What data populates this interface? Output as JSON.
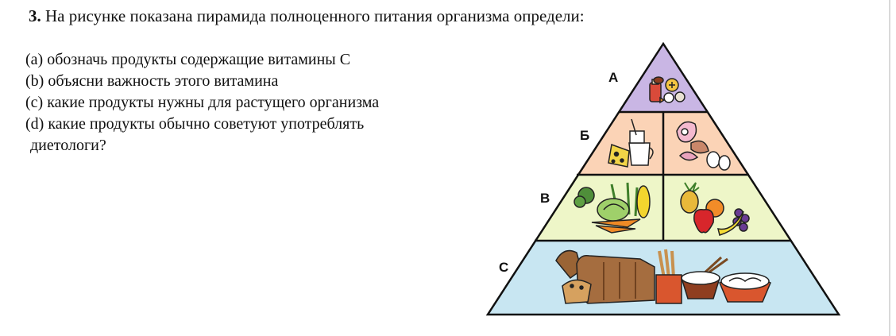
{
  "task": {
    "number": "3.",
    "text": " На рисунке показана пирамида полноценного питания организма определи:"
  },
  "questions": [
    "(a) обозначь продукты  содержащие витамины С",
    "(b) объясни важность этого витамина",
    "(c) какие продукты нужны для растущего организма",
    "(d)  какие продукты обычно советуют употреблять",
    "диетологи?"
  ],
  "pyramid": {
    "levels": [
      {
        "label": "A",
        "color": "#c9b6e4",
        "food_icons": [
          "dessert-icon",
          "candy-icon"
        ]
      },
      {
        "label": "Б",
        "color": "#fbd3b6",
        "food_icons": [
          "cheese-icon",
          "milk-jug-icon",
          "meat-icon",
          "egg-icon"
        ]
      },
      {
        "label": "В",
        "color": "#eef6c8",
        "food_icons": [
          "vegetables-icon",
          "fruits-icon"
        ]
      },
      {
        "label": "С",
        "color": "#c8e6f2",
        "food_icons": [
          "bread-icon",
          "rice-bowl-icon",
          "pasta-icon"
        ]
      }
    ]
  }
}
